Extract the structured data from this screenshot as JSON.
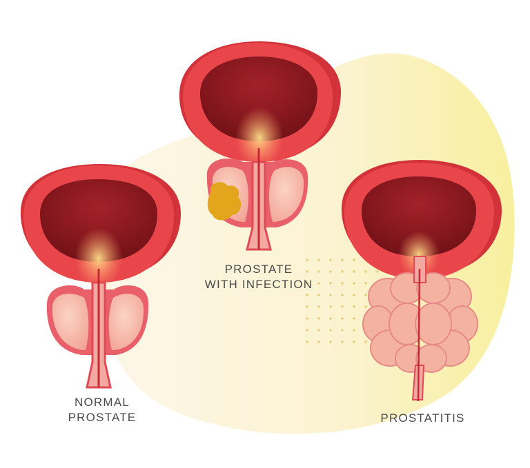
{
  "labels": {
    "normal": [
      "NORMAL",
      "PROSTATE"
    ],
    "infection": [
      "PROSTATE",
      "WITH INFECTION"
    ],
    "prostatitis": [
      "PROSTATITIS"
    ]
  },
  "colors": {
    "bladder_outer": "#e8464a",
    "bladder_rim": "#d2323a",
    "bladder_inner": "#8e1a20",
    "prostate_fill": "#f6b7a4",
    "prostate_outline": "#e9606a",
    "infection": "#e3a51c",
    "blob": "#fbf5cf",
    "dots": "#e3cd7a",
    "text": "#4a4a4a"
  }
}
